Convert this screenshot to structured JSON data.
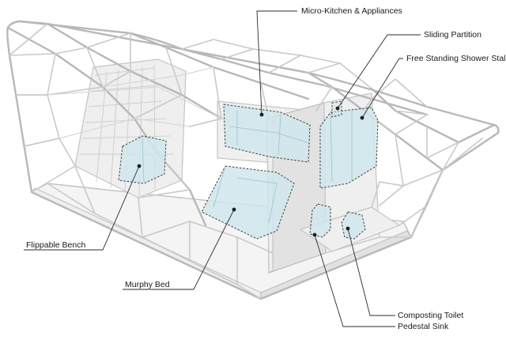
{
  "labels": {
    "micro_kitchen": "Micro-Kitchen & Appliances",
    "sliding_partition": "Sliding Partition",
    "shower_stall": "Free Standing Shower Stall",
    "flippable_bench": "Flippable Bench",
    "murphy_bed": "Murphy Bed",
    "composting_toilet": "Composting Toilet",
    "pedestal_sink": "Pedestal Sink"
  },
  "colors": {
    "frame": "#b8b8b8",
    "zone_fill": "#cfe6ec",
    "zone_outline": "#3b3b3b",
    "leader_line": "#2b2b2b",
    "label_text": "#1a1a1a"
  }
}
